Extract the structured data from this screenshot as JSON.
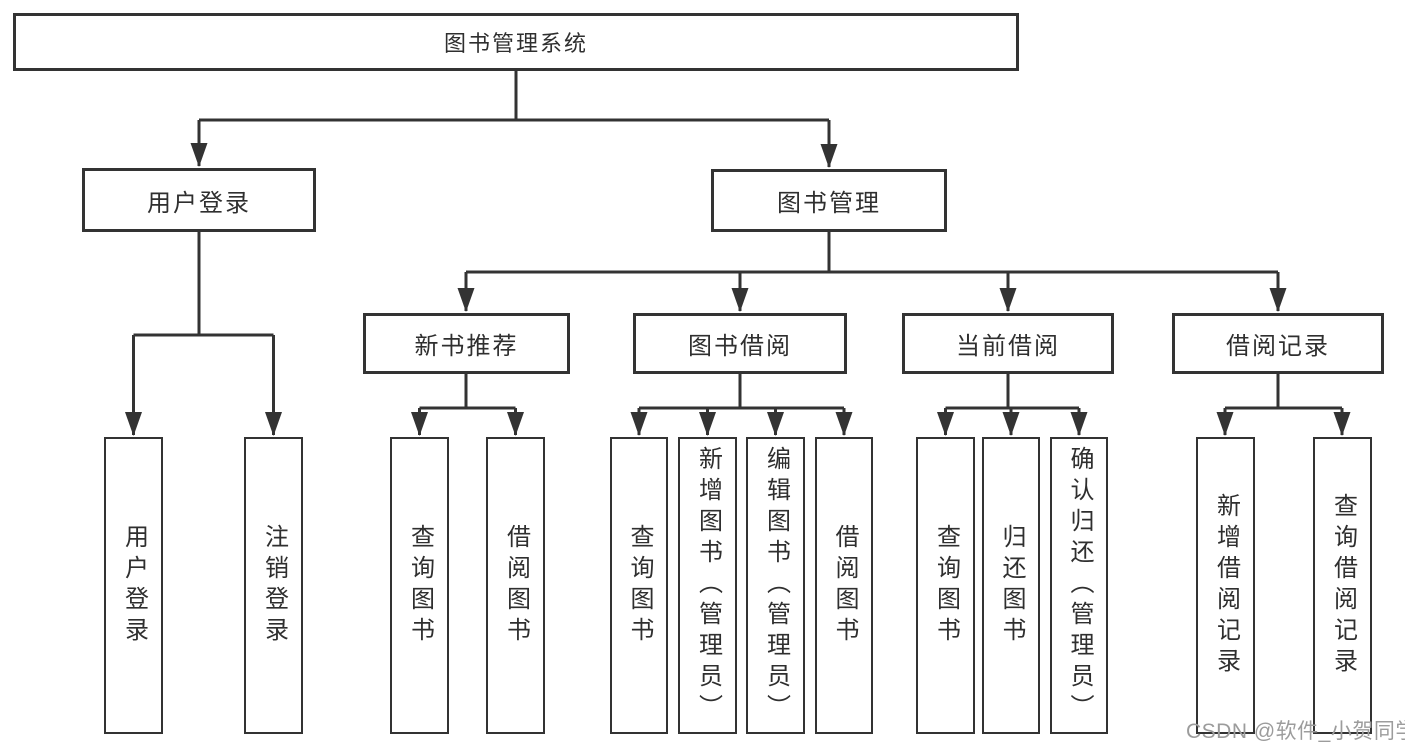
{
  "diagram_type": "hierarchy-chart",
  "colors": {
    "line": "#333333",
    "box_border": "#333333",
    "box_fill": "#ffffff",
    "text": "#2f2f2f",
    "watermark": "#9c9c9c"
  },
  "tree": {
    "root": "图书管理系统",
    "children": [
      {
        "label": "用户登录",
        "children": [
          {
            "label": "用户登录"
          },
          {
            "label": "注销登录"
          }
        ]
      },
      {
        "label": "图书管理",
        "children": [
          {
            "label": "新书推荐",
            "children": [
              {
                "label": "查询图书"
              },
              {
                "label": "借阅图书"
              }
            ]
          },
          {
            "label": "图书借阅",
            "children": [
              {
                "label": "查询图书"
              },
              {
                "label": "新增图书（管理员）"
              },
              {
                "label": "编辑图书（管理员）"
              },
              {
                "label": "借阅图书"
              }
            ]
          },
          {
            "label": "当前借阅",
            "children": [
              {
                "label": "查询图书"
              },
              {
                "label": "归还图书"
              },
              {
                "label": "确认归还（管理员）"
              }
            ]
          },
          {
            "label": "借阅记录",
            "children": [
              {
                "label": "新增借阅记录"
              },
              {
                "label": "查询借阅记录"
              }
            ]
          }
        ]
      }
    ]
  },
  "watermark": "CSDN @软件_小贺同学"
}
